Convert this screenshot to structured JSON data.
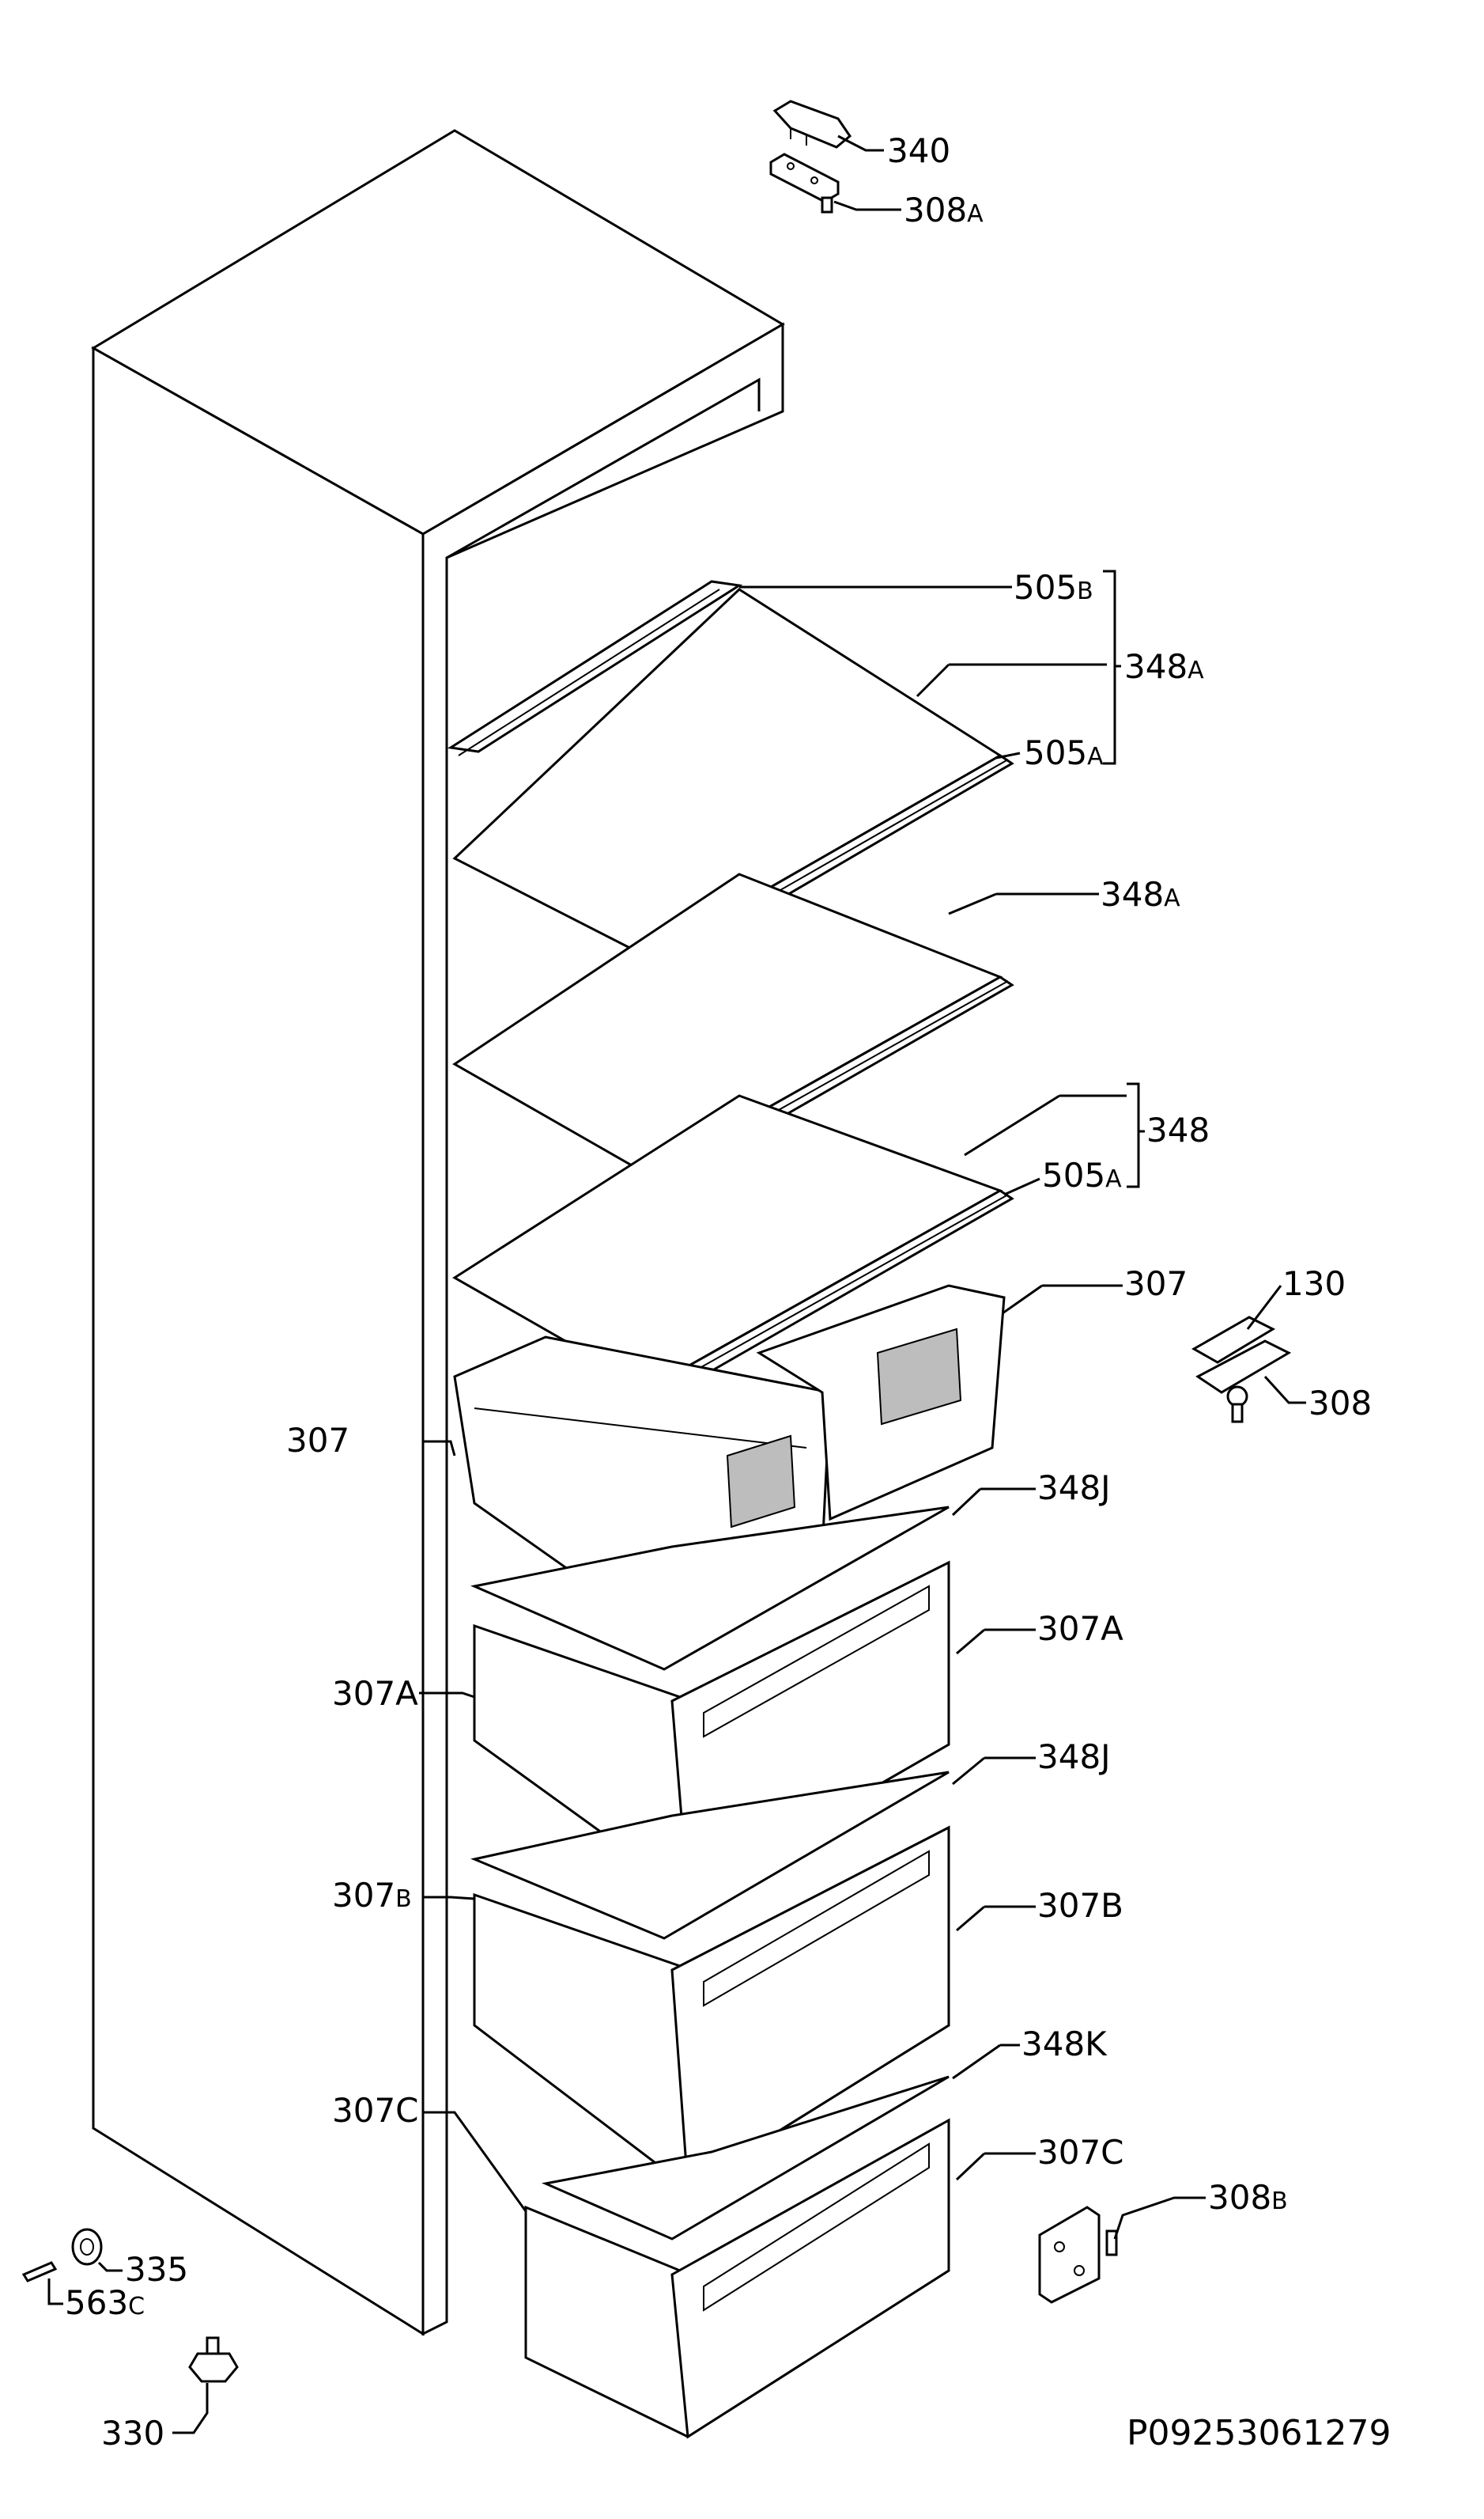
{
  "labels": {
    "l340": "340",
    "l308a": {
      "main": "308",
      "sub": "A"
    },
    "l505b": {
      "main": "505",
      "sub": "B"
    },
    "l348a_1": {
      "main": "348",
      "sub": "A"
    },
    "l505a_1": {
      "main": "505",
      "sub": "A"
    },
    "l348a_2": {
      "main": "348",
      "sub": "A"
    },
    "l348": "348",
    "l505a_2": {
      "main": "505",
      "sub": "A"
    },
    "l307_right": "307",
    "l130": "130",
    "l308": "308",
    "l307_left": "307",
    "l348j_1": "348J",
    "l307a_right": "307A",
    "l307a_left": "307A",
    "l348j_2": "348J",
    "l307b_left": {
      "main": "307",
      "sub": "B"
    },
    "l307b_right": "307B",
    "l348k": "348K",
    "l307c_left": "307C",
    "l307c_right": "307C",
    "l308b": {
      "main": "308",
      "sub": "B"
    },
    "l335": "335",
    "l563c": {
      "main": "563",
      "sub": "C"
    },
    "l330": "330"
  },
  "document_number": "P09253061279"
}
